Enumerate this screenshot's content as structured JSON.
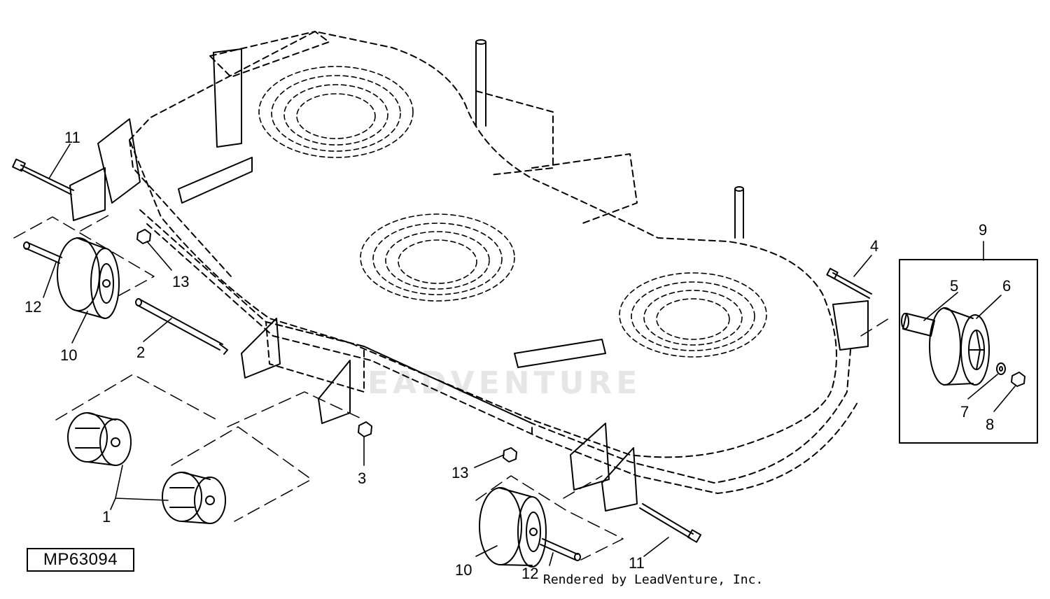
{
  "diagram_code": "MP63094",
  "credit": "Rendered by LeadVenture, Inc.",
  "watermark_text": "EADVENTURE",
  "callouts": {
    "c1": "1",
    "c2": "2",
    "c3": "3",
    "c4": "4",
    "c5": "5",
    "c6": "6",
    "c7": "7",
    "c8": "8",
    "c9": "9",
    "c10a": "10",
    "c10b": "10",
    "c11a": "11",
    "c11b": "11",
    "c12a": "12",
    "c12b": "12",
    "c13a": "13",
    "c13b": "13"
  },
  "colors": {
    "line": "#000000",
    "background": "#ffffff",
    "watermark": "#e6e6e6"
  }
}
